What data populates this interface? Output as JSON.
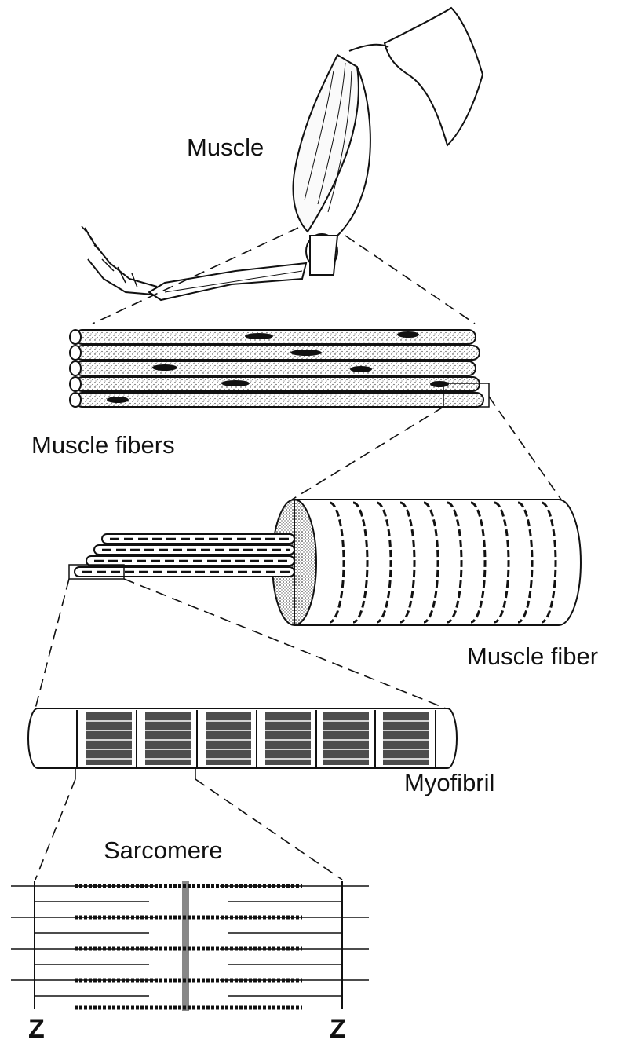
{
  "labels": {
    "muscle": "Muscle",
    "muscle_fibers": "Muscle fibers",
    "muscle_fiber": "Muscle fiber",
    "myofibril": "Myofibril",
    "sarcomere": "Sarcomere",
    "z_left": "Z",
    "z_right": "Z"
  },
  "colors": {
    "ink": "#111111",
    "background": "#ffffff",
    "m_line": "#888888"
  }
}
